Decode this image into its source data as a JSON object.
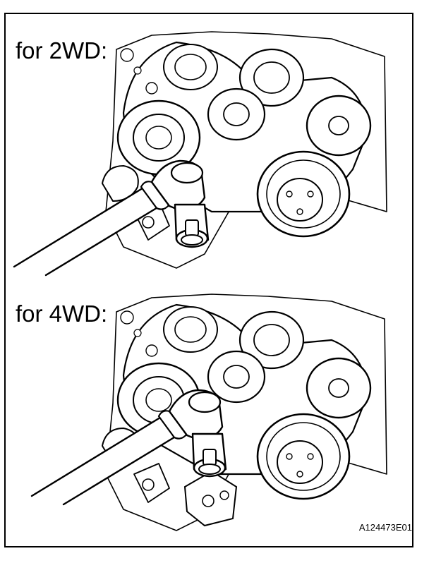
{
  "panels": [
    {
      "label": "for 2WD:"
    },
    {
      "label": "for 4WD:"
    }
  ],
  "figure_code": "A124473E01"
}
